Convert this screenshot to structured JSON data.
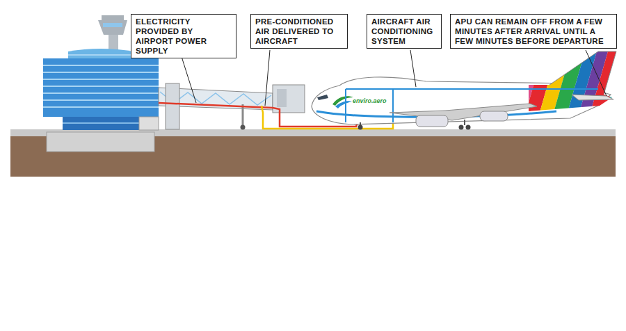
{
  "diagram": {
    "nodes": [
      {
        "text": [
          "ELECTRICITY PROVIDED BY AIRPORT POWER SUPPLY"
        ]
      },
      {
        "text": [
          "PRE-CONDITIONED AIR DELIVERED TO AIRCRAFT"
        ]
      },
      {
        "text": [
          "AIRCRAFT AIR CONDITIONING SYSTEM"
        ]
      },
      {
        "text": [
          "APU CAN REMAIN OFF FROM A FEW MINUTES AFTER ARRIVAL UNTIL A FEW MINUTES BEFORE DEPARTURE"
        ]
      }
    ],
    "labels": [
      "enviro.aero"
    ]
  }
}
